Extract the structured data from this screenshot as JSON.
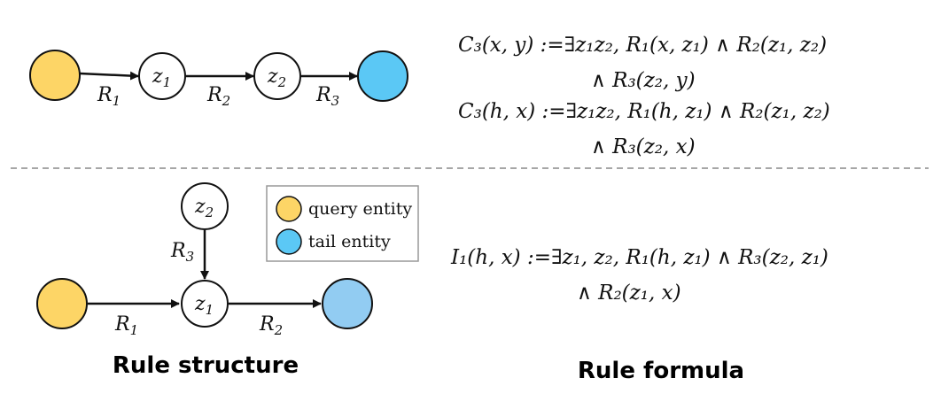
{
  "colors": {
    "query_entity": "#FDD566",
    "tail_entity_top": "#5BC8F5",
    "tail_entity_bottom": "#92CCF2",
    "legend_tail": "#5BC8F5",
    "stroke": "#111111",
    "divider": "#888888",
    "legend_border": "#999999"
  },
  "top_diagram": {
    "nodes": [
      {
        "id": "query",
        "role": "query entity",
        "label": ""
      },
      {
        "id": "z1",
        "label_base": "z",
        "label_sub": "1"
      },
      {
        "id": "z2",
        "label_base": "z",
        "label_sub": "2"
      },
      {
        "id": "tail",
        "role": "tail entity",
        "label": ""
      }
    ],
    "edges": [
      {
        "from": "query",
        "to": "z1",
        "label_base": "R",
        "label_sub": "1"
      },
      {
        "from": "z1",
        "to": "z2",
        "label_base": "R",
        "label_sub": "2"
      },
      {
        "from": "z2",
        "to": "tail",
        "label_base": "R",
        "label_sub": "3"
      }
    ]
  },
  "bottom_diagram": {
    "nodes": [
      {
        "id": "query",
        "role": "query entity",
        "label": ""
      },
      {
        "id": "z1",
        "label_base": "z",
        "label_sub": "1"
      },
      {
        "id": "z2",
        "label_base": "z",
        "label_sub": "2"
      },
      {
        "id": "tail",
        "role": "tail entity",
        "label": ""
      }
    ],
    "edges": [
      {
        "from": "query",
        "to": "z1",
        "label_base": "R",
        "label_sub": "1"
      },
      {
        "from": "z2",
        "to": "z1",
        "label_base": "R",
        "label_sub": "3"
      },
      {
        "from": "z1",
        "to": "tail",
        "label_base": "R",
        "label_sub": "2"
      }
    ]
  },
  "legend": {
    "items": [
      {
        "label": "query entity"
      },
      {
        "label": "tail entity"
      }
    ]
  },
  "formulas": {
    "c3_xy_line1": "C₃(x, y) :=∃z₁z₂, R₁(x, z₁) ∧ R₂(z₁, z₂)",
    "c3_xy_line2": "∧ R₃(z₂, y)",
    "c3_hx_line1": "C₃(h, x) :=∃z₁z₂, R₁(h, z₁) ∧ R₂(z₁, z₂)",
    "c3_hx_line2": "∧ R₃(z₂, x)",
    "i1_line1": "I₁(h, x) :=∃z₁, z₂, R₁(h, z₁) ∧ R₃(z₂, z₁)",
    "i1_line2": "∧ R₂(z₁, x)"
  },
  "captions": {
    "left": "Rule structure",
    "right": "Rule formula"
  }
}
